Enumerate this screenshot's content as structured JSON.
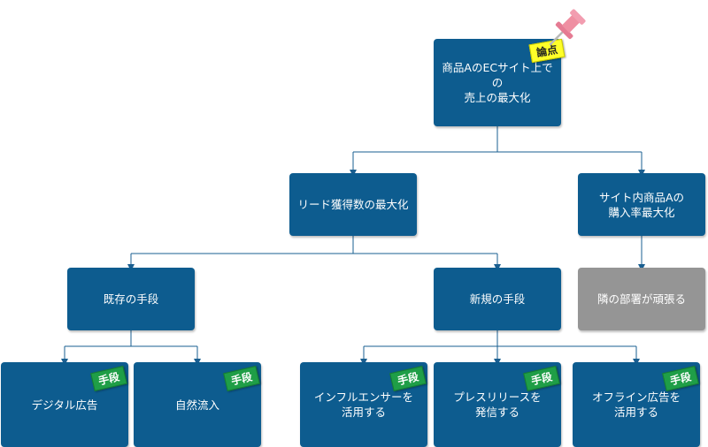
{
  "colors": {
    "node": "#0d5c8f",
    "node_inactive": "#959595",
    "connector": "#1a5f91",
    "tag_method": "#1f9e47",
    "tag_issue": "#ffff29",
    "pin": "#ef8fa2"
  },
  "root": {
    "label": "商品AのECサイト上での\n売上の最大化",
    "tag": "論点"
  },
  "level1": [
    {
      "label": "リード獲得数の最大化"
    },
    {
      "label": "サイト内商品Aの\n購入率最大化"
    }
  ],
  "level2": [
    {
      "label": "既存の手段"
    },
    {
      "label": "新規の手段"
    },
    {
      "label": "隣の部署が頑張る"
    }
  ],
  "level3": [
    {
      "label": "デジタル広告",
      "tag": "手段"
    },
    {
      "label": "自然流入",
      "tag": "手段"
    },
    {
      "label": "インフルエンサーを\n活用する",
      "tag": "手段"
    },
    {
      "label": "プレスリリースを\n発信する",
      "tag": "手段"
    },
    {
      "label": "オフライン広告を\n活用する",
      "tag": "手段"
    }
  ],
  "icons": {
    "pin": "pushpin-icon"
  }
}
